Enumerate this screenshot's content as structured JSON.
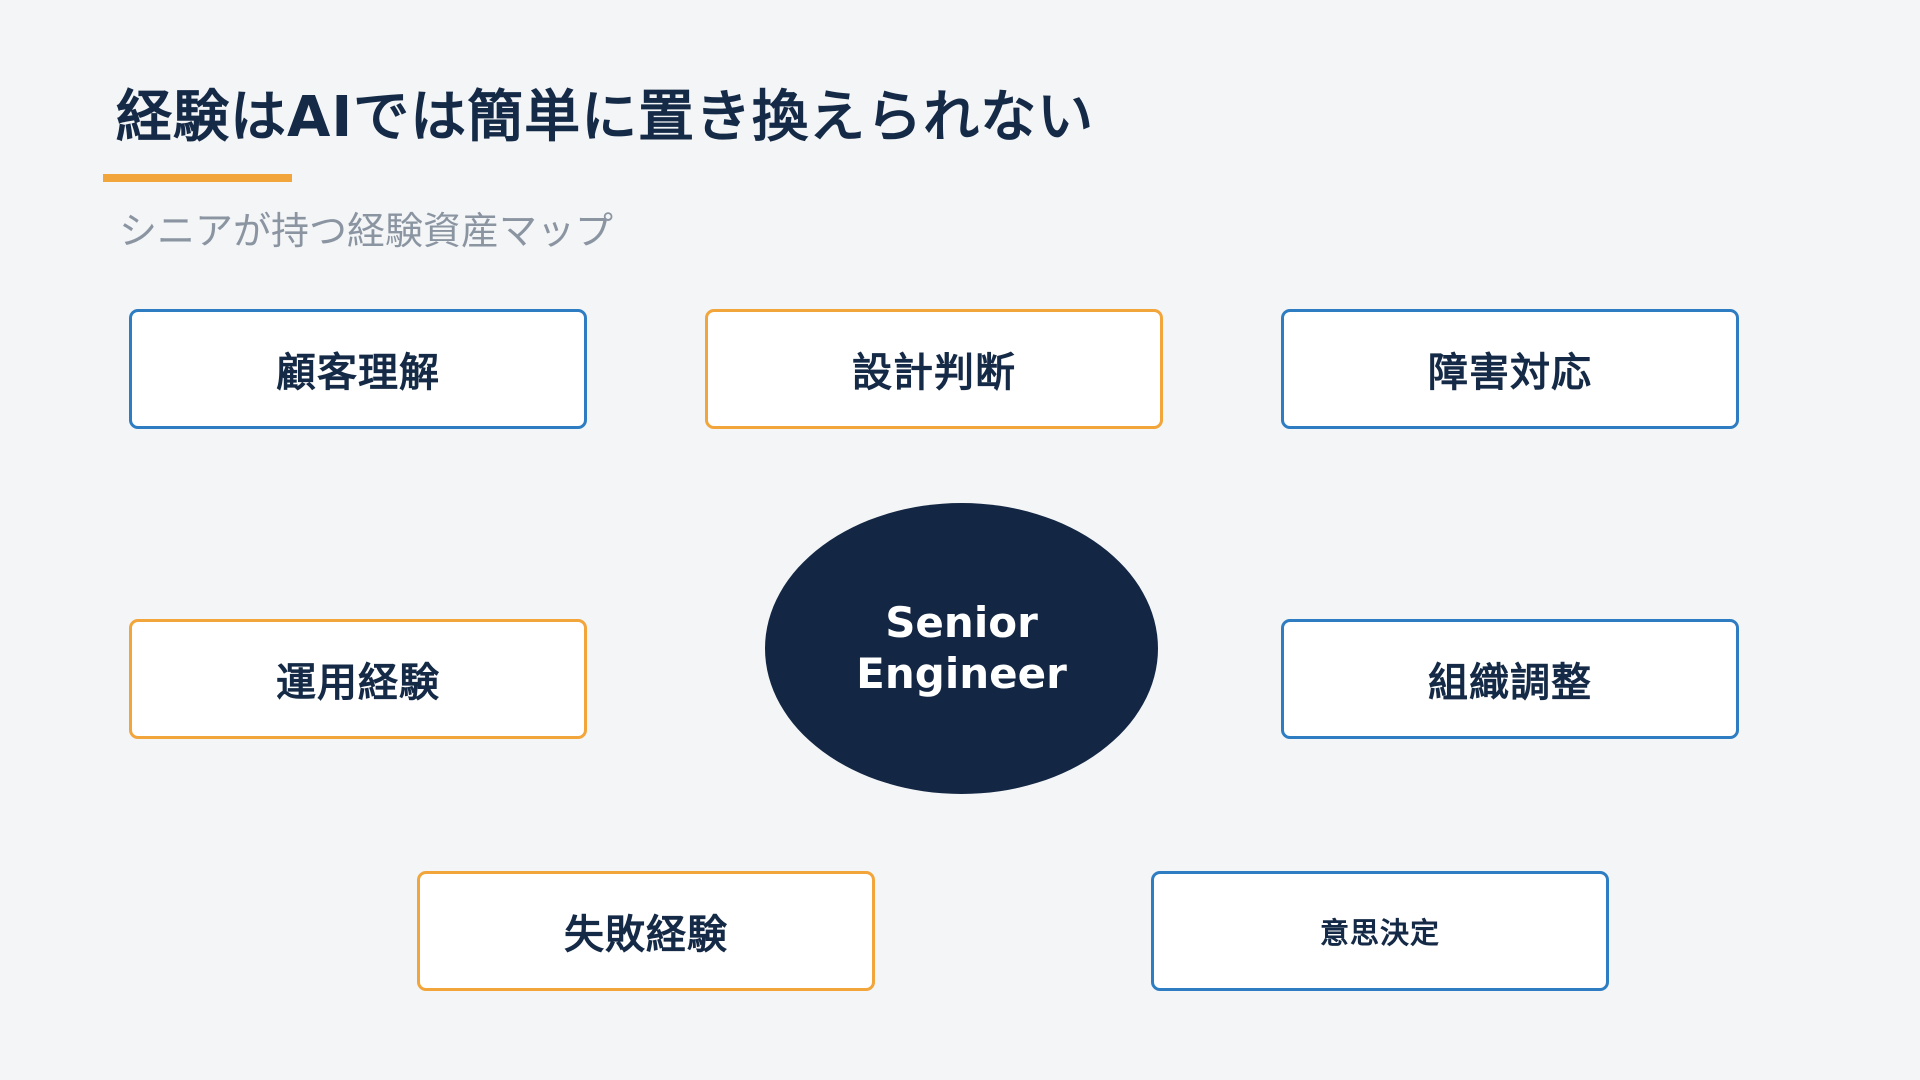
{
  "slide": {
    "title": "経験はAIでは簡単に置き換えられない",
    "subtitle": "シニアが持つ経験資産マップ",
    "accent_color": "#f2a53a",
    "primary_color": "#152a46",
    "node_border_blue": "#2e7dc2"
  },
  "diagram": {
    "center": {
      "label_line1": "Senior",
      "label_line2": "Engineer"
    },
    "nodes": [
      {
        "label": "顧客理解",
        "border": "blue"
      },
      {
        "label": "設計判断",
        "border": "orange"
      },
      {
        "label": "障害対応",
        "border": "blue"
      },
      {
        "label": "運用経験",
        "border": "orange"
      },
      {
        "label": "組織調整",
        "border": "blue"
      },
      {
        "label": "失敗経験",
        "border": "orange"
      },
      {
        "label": "意思決定",
        "border": "blue"
      }
    ]
  }
}
